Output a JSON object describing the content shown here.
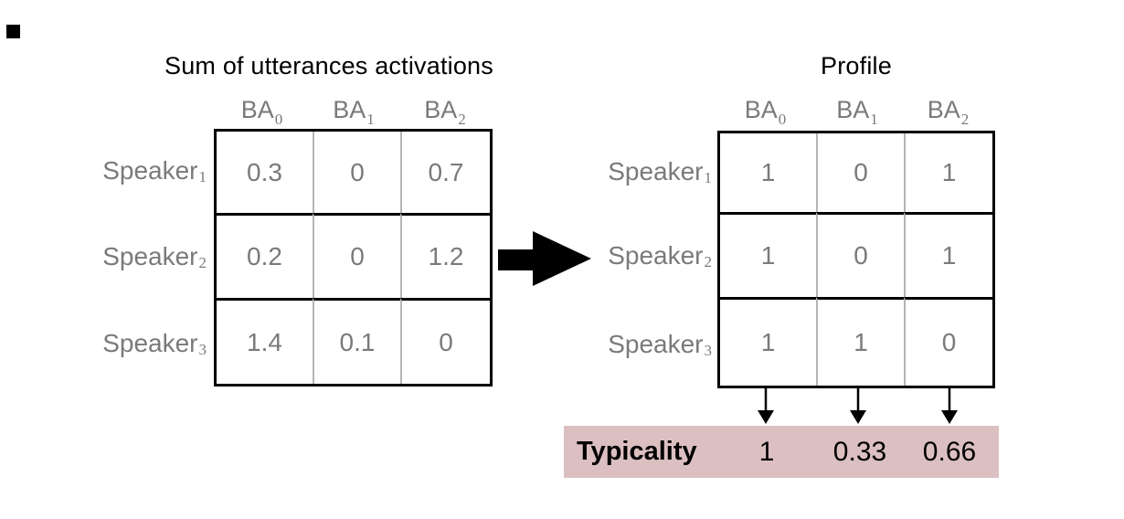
{
  "left_table": {
    "title": "Sum of utterances activations",
    "col_headers": [
      {
        "base": "BA",
        "sub": "0"
      },
      {
        "base": "BA",
        "sub": "1"
      },
      {
        "base": "BA",
        "sub": "2"
      }
    ],
    "rows": [
      {
        "label_base": "Speaker",
        "label_sub": "1",
        "values": [
          "0.3",
          "0",
          "0.7"
        ]
      },
      {
        "label_base": "Speaker",
        "label_sub": "2",
        "values": [
          "0.2",
          "0",
          "1.2"
        ]
      },
      {
        "label_base": "Speaker",
        "label_sub": "3",
        "values": [
          "1.4",
          "0.1",
          "0"
        ]
      }
    ]
  },
  "right_table": {
    "title": "Profile",
    "col_headers": [
      {
        "base": "BA",
        "sub": "0"
      },
      {
        "base": "BA",
        "sub": "1"
      },
      {
        "base": "BA",
        "sub": "2"
      }
    ],
    "rows": [
      {
        "label_base": "Speaker",
        "label_sub": "1",
        "values": [
          "1",
          "0",
          "1"
        ]
      },
      {
        "label_base": "Speaker",
        "label_sub": "2",
        "values": [
          "1",
          "0",
          "1"
        ]
      },
      {
        "label_base": "Speaker",
        "label_sub": "3",
        "values": [
          "1",
          "1",
          "0"
        ]
      }
    ]
  },
  "typicality": {
    "label": "Typicality",
    "values": [
      "1",
      "0.33",
      "0.66"
    ]
  },
  "icons": {
    "transform_arrow": "right-arrow",
    "column_arrows": "down-arrow"
  },
  "colors": {
    "text_gray": "#7a7a7a",
    "separator_gray": "#b5b5b5",
    "band_pink": "#dcc0c1",
    "ink_black": "#000000"
  }
}
